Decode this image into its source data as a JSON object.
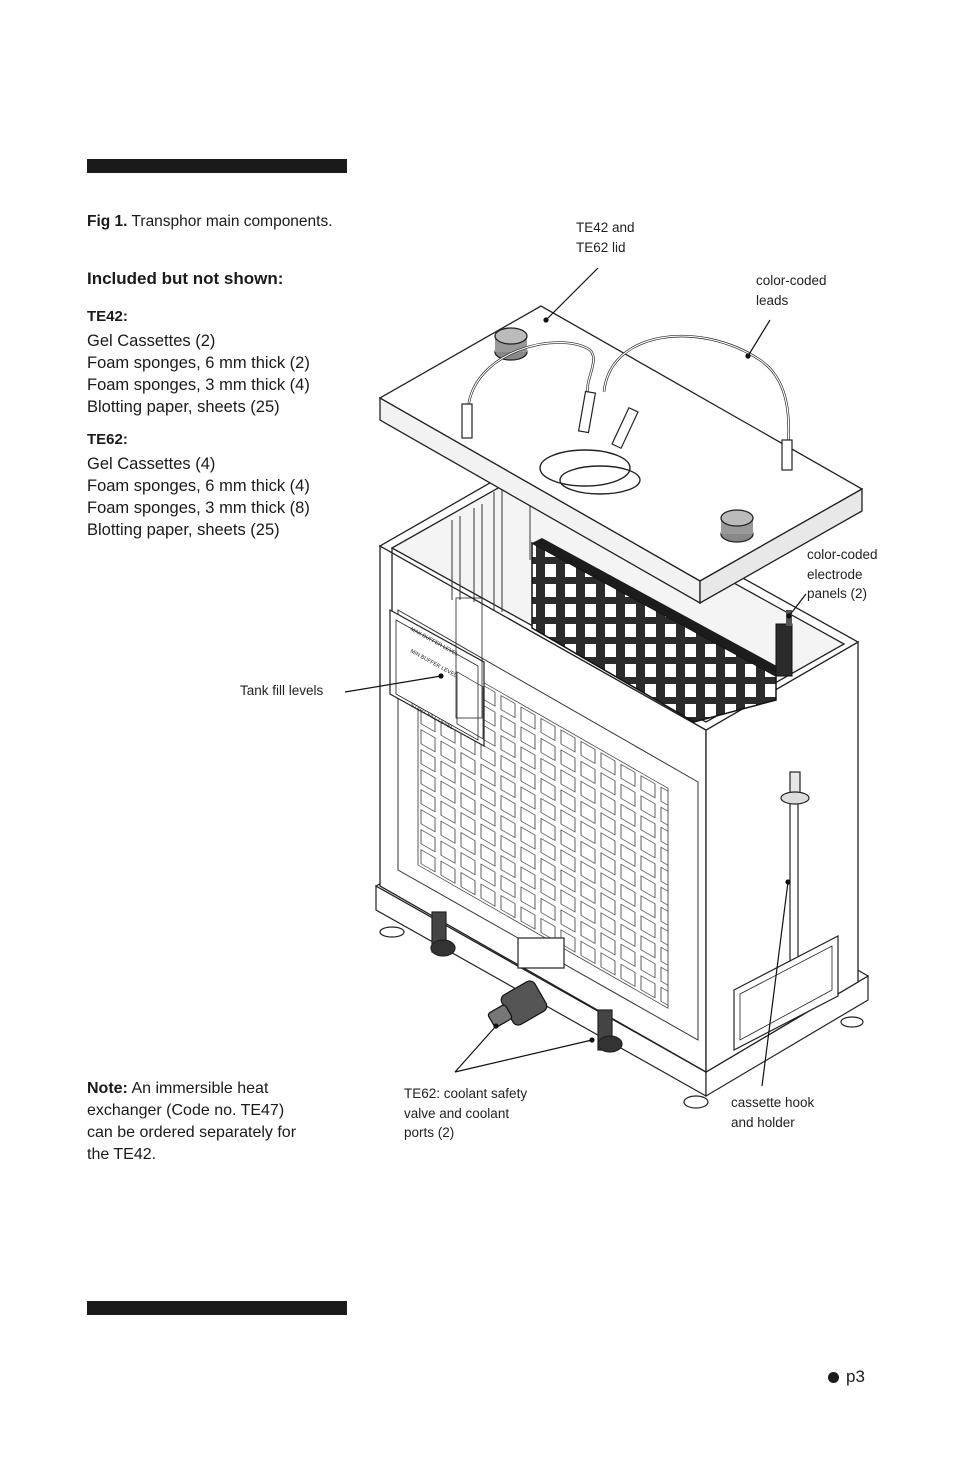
{
  "caption": {
    "label": "Fig 1.",
    "text": " Transphor main components."
  },
  "included_heading": "Included but not shown:",
  "te42": {
    "title": "TE42:",
    "items": [
      "Gel Cassettes (2)",
      "Foam sponges, 6 mm thick (2)",
      "Foam sponges, 3 mm thick (4)",
      "Blotting paper, sheets (25)"
    ]
  },
  "te62": {
    "title": "TE62:",
    "items": [
      "Gel Cassettes (4)",
      "Foam sponges, 6 mm thick (4)",
      "Foam sponges, 3 mm thick (8)",
      "Blotting paper, sheets (25)"
    ]
  },
  "note": {
    "label": "Note:",
    "text": " An immersible heat exchanger (Code no. TE47) can be ordered separately for the TE42."
  },
  "callouts": {
    "lid": [
      "TE42 and",
      "TE62 lid"
    ],
    "leads": [
      "color-coded",
      "leads"
    ],
    "electrode": [
      "color-coded",
      "electrode",
      "panels (2)"
    ],
    "fill": "Tank fill levels",
    "coolant": [
      "TE62: coolant safety",
      "valve and coolant",
      "ports (2)"
    ],
    "hook": [
      "cassette hook",
      "and holder"
    ]
  },
  "tank_panel_text": [
    "MAX BUFFER LEVEL",
    "MIN BUFFER LEVEL",
    "START FILL LEVEL"
  ],
  "page_number": "p3"
}
